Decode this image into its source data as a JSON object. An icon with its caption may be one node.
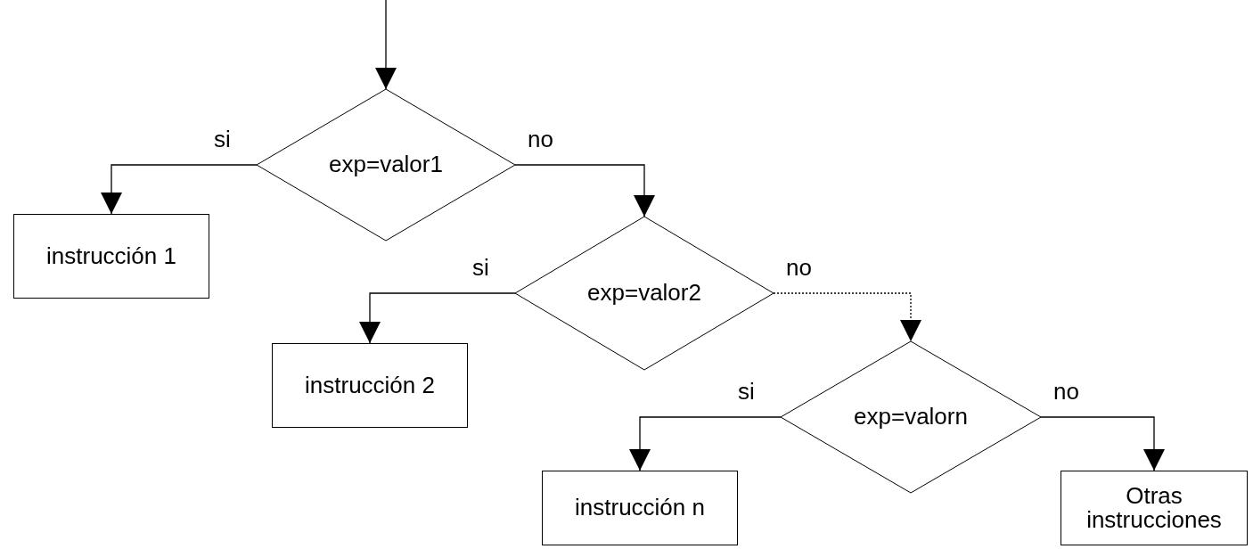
{
  "diagram": {
    "nodes": [
      {
        "text": [
          "exp=valor1"
        ]
      },
      {
        "text": [
          "instrucción 1"
        ]
      },
      {
        "text": [
          "exp=valor2"
        ]
      },
      {
        "text": [
          "instrucción 2"
        ]
      },
      {
        "text": [
          "exp=valorn"
        ]
      },
      {
        "text": [
          "instrucción n"
        ]
      },
      {
        "text": [
          "Otras instrucciones"
        ]
      }
    ],
    "edges": [
      {
        "from": null,
        "to": 0,
        "arrow": "to"
      },
      {
        "from": 0,
        "to": 1,
        "arrow": "to",
        "label": "si"
      },
      {
        "from": 0,
        "to": 2,
        "arrow": "to",
        "label": "no"
      },
      {
        "from": 2,
        "to": 3,
        "arrow": "to",
        "label": "si"
      },
      {
        "from": 2,
        "to": 4,
        "arrow": "to",
        "label": "no",
        "style": "dashed"
      },
      {
        "from": 4,
        "to": 5,
        "arrow": "to",
        "label": "si"
      },
      {
        "from": 4,
        "to": 6,
        "arrow": "to",
        "label": "no"
      }
    ]
  }
}
